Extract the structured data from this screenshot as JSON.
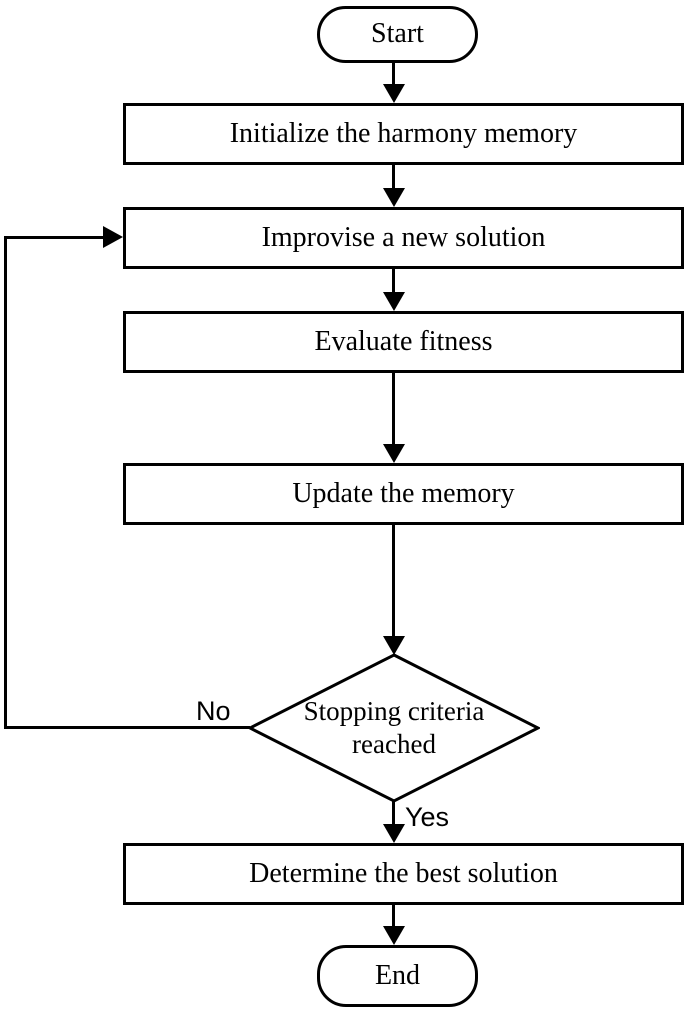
{
  "flowchart": {
    "nodes": {
      "start": {
        "type": "terminator",
        "label": "Start"
      },
      "initialize": {
        "type": "process",
        "label": "Initialize the harmony memory"
      },
      "improvise": {
        "type": "process",
        "label": "Improvise a new solution"
      },
      "evaluate": {
        "type": "process",
        "label": "Evaluate fitness"
      },
      "update": {
        "type": "process",
        "label": "Update the memory"
      },
      "decision": {
        "type": "decision",
        "label_line1": "Stopping criteria",
        "label_line2": "reached"
      },
      "determine": {
        "type": "process",
        "label": "Determine the best solution"
      },
      "end": {
        "type": "terminator",
        "label": "End"
      }
    },
    "edges": {
      "no_label": "No",
      "yes_label": "Yes"
    },
    "colors": {
      "stroke": "#000000",
      "fill": "#ffffff",
      "text": "#000000"
    }
  }
}
